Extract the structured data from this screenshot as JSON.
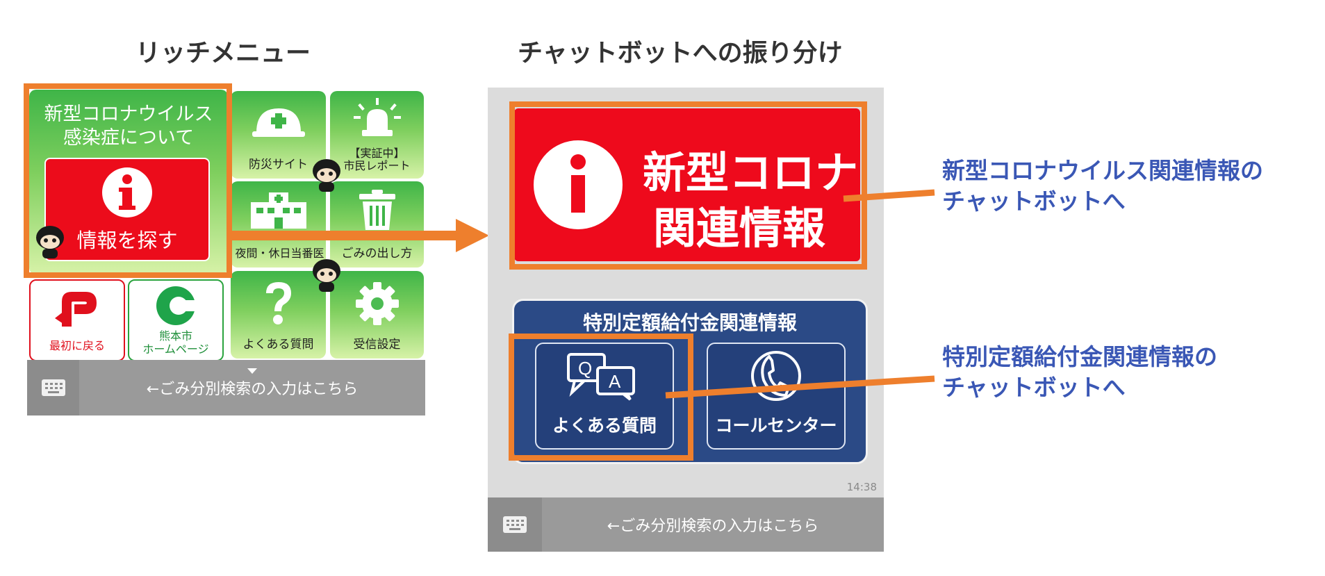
{
  "headings": {
    "left": "リッチメニュー",
    "right": "チャットボットへの振り分け"
  },
  "rich_menu": {
    "covid_title_line1": "新型コロナウイルス",
    "covid_title_line2": "感染症について",
    "covid_button_label": "情報を探す",
    "tiles": {
      "disaster": "防災サイト",
      "report_line1": "【実証中】",
      "report_line2": "市民レポート",
      "hospital": "夜間・休日当番医",
      "garbage": "ごみの出し方",
      "back": "最初に戻る",
      "home_line1": "熊本市",
      "home_line2": "ホームページ",
      "faq": "よくある質問",
      "settings": "受信設定"
    },
    "input_bar": "←ごみ分別検索の入力はこちら"
  },
  "chat": {
    "covid_banner_line1": "新型コロナ",
    "covid_banner_line2": "関連情報",
    "benefit_title": "特別定額給付金関連情報",
    "faq_button": "よくある質問",
    "call_center_button": "コールセンター",
    "timestamp": "14:38",
    "input_bar": "←ごみ分別検索の入力はこちら"
  },
  "callouts": {
    "covid_line1": "新型コロナウイルス関連情報の",
    "covid_line2": "チャットボットへ",
    "benefit_line1": "特別定額給付金関連情報の",
    "benefit_line2": "チャットボットへ"
  },
  "colors": {
    "accent_orange": "#ee7f2d",
    "callout_blue": "#3a57b5",
    "alert_red": "#ee0a1c",
    "navy": "#2b4a86",
    "menu_green": "#3fb548"
  },
  "icons": [
    "info-icon",
    "helmet-icon",
    "siren-icon",
    "hospital-icon",
    "trash-icon",
    "return-icon",
    "kumamoto-logo-icon",
    "question-icon",
    "gear-icon",
    "keyboard-icon",
    "qa-bubble-icon",
    "phone-icon",
    "mascot-icon"
  ]
}
